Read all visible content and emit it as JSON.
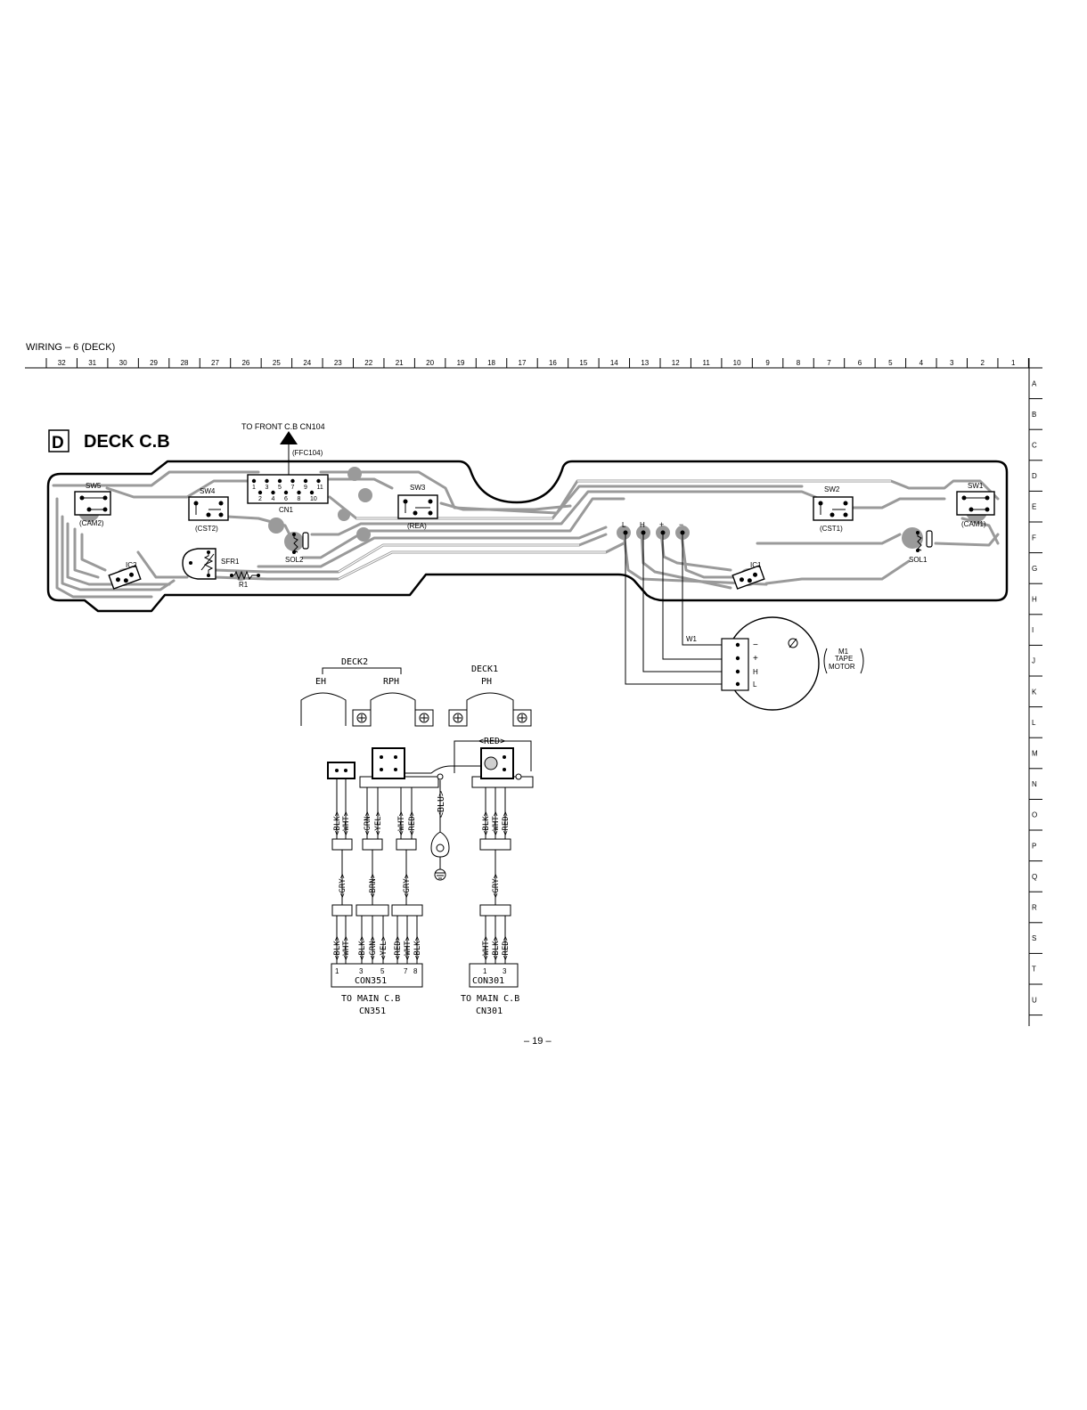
{
  "header": {
    "title": "WIRING – 6  (DECK)",
    "columns": [
      "32",
      "31",
      "30",
      "29",
      "28",
      "27",
      "26",
      "25",
      "24",
      "23",
      "22",
      "21",
      "20",
      "19",
      "18",
      "17",
      "16",
      "15",
      "14",
      "13",
      "12",
      "11",
      "10",
      "9",
      "8",
      "7",
      "6",
      "5",
      "4",
      "3",
      "2",
      "1"
    ],
    "rows": [
      "A",
      "B",
      "C",
      "D",
      "E",
      "F",
      "G",
      "H",
      "I",
      "J",
      "K",
      "L",
      "M",
      "N",
      "O",
      "P",
      "Q",
      "R",
      "S",
      "T",
      "U"
    ]
  },
  "board": {
    "badge": "D",
    "title": "DECK   C.B",
    "to_front": "TO  FRONT  C.B  CN104",
    "ffc": "(FFC104)",
    "cn1_label": "CN1",
    "cn1_pins_top": [
      "1",
      "3",
      "5",
      "7",
      "9",
      "11"
    ],
    "cn1_pins_bottom": [
      "2",
      "4",
      "6",
      "8",
      "10"
    ],
    "components": {
      "sw5": "SW5",
      "cam2": "(CAM2)",
      "sw4": "SW4",
      "cst2": "(CST2)",
      "sw3": "SW3",
      "rea": "(REA)",
      "sw2": "SW2",
      "cst1": "(CST1)",
      "sw1": "SW1",
      "cam1": "(CAM1)",
      "ic2": "IC2",
      "ic1": "IC1",
      "sfr1": "SFR1",
      "r1": "R1",
      "sol2": "SOL2",
      "sol1": "SOL1"
    },
    "motor_pads": [
      "L",
      "H",
      "+",
      "−"
    ]
  },
  "motor": {
    "wire": "W1",
    "terminals": [
      "−",
      "+",
      "H",
      "L"
    ],
    "id": "M1",
    "name1": "TAPE",
    "name2": "MOTOR"
  },
  "heads": {
    "deck2": "DECK2",
    "eh": "EH",
    "rph": "RPH",
    "deck1": "DECK1",
    "ph": "PH",
    "red_loop": "<RED>",
    "blu": "<BLU>"
  },
  "wires": {
    "g1_top": [
      "<BLK>",
      "<WHT>"
    ],
    "g2_top": [
      "<GRN>",
      "<YEL>"
    ],
    "g3_top": [
      "<WHT>",
      "<RED>"
    ],
    "g4_top": [
      "<BLK>",
      "<WHT>",
      "<RED>"
    ],
    "g1_mid": "<GRY>",
    "g2_mid": "<BRN>",
    "g3_mid": "<GRY>",
    "g4_mid": "<GRY>",
    "con351_bottom": [
      "<BLK>",
      "<WHT>",
      "<BLK>",
      "<GRN>",
      "<YEL>",
      "<RED>",
      "<WHT>",
      "<BLK>"
    ],
    "con301_bottom": [
      "<WHT>",
      "<BLK>",
      "<RED>"
    ]
  },
  "connectors": {
    "con351": "CON351",
    "con351_pins": [
      "1",
      "3",
      "5",
      "7",
      "8"
    ],
    "con351_dest1": "TO MAIN C.B",
    "con351_dest2": "CN351",
    "con301": "CON301",
    "con301_pins": [
      "1",
      "3"
    ],
    "con301_dest1": "TO MAIN C.B",
    "con301_dest2": "CN301"
  },
  "footer": {
    "page": "– 19 –"
  }
}
